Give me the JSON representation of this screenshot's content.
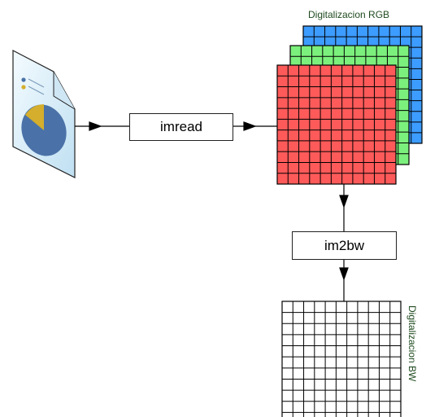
{
  "nodes": {
    "imread": "imread",
    "im2bw": "im2bw"
  },
  "labels": {
    "rgb": "Digitalizacion RGB",
    "bw": "Digitalizacion BW"
  },
  "colors": {
    "red_fill": "#ff5a5a",
    "green_fill": "#7cf07c",
    "blue_fill": "#3d9cff",
    "grid_line": "#000000",
    "document_body": "#dff0fa",
    "pie_main": "#4a72a8",
    "pie_slice": "#d4ae2c",
    "label_text": "#1f4a1f"
  },
  "icons": {
    "source": "document-pie-chart-icon"
  }
}
